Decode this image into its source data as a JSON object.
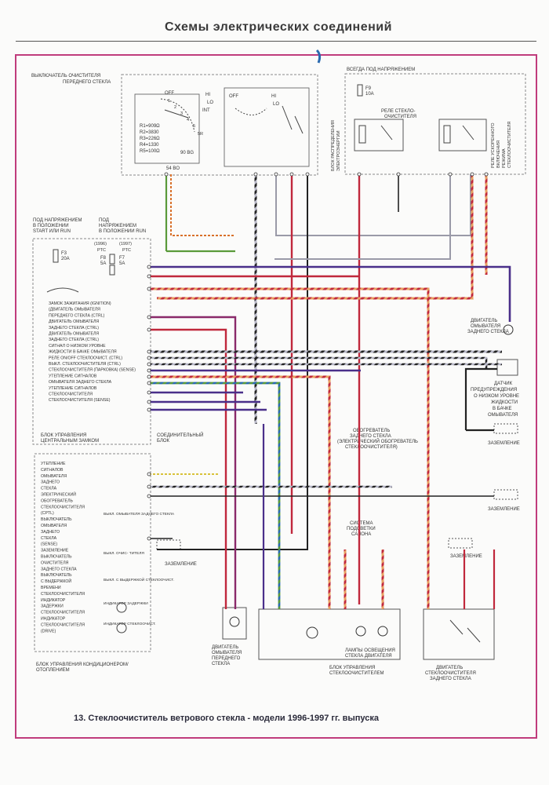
{
  "header": {
    "title": "Схемы электрических соединений"
  },
  "caption": "13. Стеклоочиститель ветрового стекла - модели 1996-1997 гг. выпуска",
  "labels": {
    "front_switch": [
      "ВЫКЛЮЧАТЕЛЬ ОЧИСТИТЕЛЯ",
      "ПЕРЕДНЕГО СТЕКЛА"
    ],
    "always_powered": "ВСЕГДА ПОД НАПРЯЖЕНИЕМ",
    "fuse_f9": [
      "F9",
      "10A"
    ],
    "fuse_f3": [
      "F3",
      "20A"
    ],
    "fuse_f8": [
      "F8",
      "5A"
    ],
    "fuse_f7": [
      "F7",
      "5A"
    ],
    "fuse_1996": "(1996)",
    "fuse_1997": "(1997)",
    "ptc_a": "PTC",
    "ptc_b": "PTC",
    "wiper_relay": [
      "РЕЛЕ СТЕКЛО-",
      "ОЧИСТИТЕЛЯ"
    ],
    "fast_relay": [
      "РЕЛЕ УСКОРЕННОГО",
      "ВКЛЮЧЕНИЯ",
      "РЕЖИМА",
      "СТЕКЛООЧИСТИТЕЛЯ"
    ],
    "dist_block": [
      "БЛОК РАСПРЕДЕЛЕНИЯ",
      "ЭЛЕКТРОЭНЕРГИИ"
    ],
    "power_start_run": [
      "ПОД НАПРЯЖЕНИЕМ",
      "В ПОЛОЖЕНИИ",
      "START ИЛИ RUN"
    ],
    "power_run": [
      "ПОД",
      "НАПРЯЖЕНИЕМ",
      "В ПОЛОЖЕНИИ RUN"
    ],
    "switch_positions": [
      "OFF",
      "HI",
      "LO",
      "INT",
      "1",
      "2",
      "3",
      "4",
      "5",
      "5R"
    ],
    "resistors": [
      "R1=909Ω",
      "R2=3830",
      "R3=226Ω",
      "R4=1330",
      "R5=100Ω"
    ],
    "lock_module_lines": [
      "ЗАМОК ЗАЖИГАНИЯ (IGNITION)",
      "(ДВИГАТЕЛЬ ОМЫВАТЕЛЯ",
      "ПЕРЕДНЕГО СТЕКЛА (CTRL)",
      "ДВИГАТЕЛЬ ОМЫВАТЕЛЯ",
      "ЗАДНЕГО СТЕКЛА (CTRL)",
      "ДВИГАТЕЛЬ ОМЫВАТЕЛЯ",
      "ЗАДНЕГО СТЕКЛА (CTRL)",
      "СИГНАЛ О НИЗКОМ УРОВНЕ",
      "ЖИДКОСТИ В БАЧКЕ ОМЫВАТЕЛЯ",
      "РЕЛЕ ON/OFF СТЕКЛООЧИСТ. (CTRL)",
      "ВЫКЛ. СТЕКЛООЧИСТИТЕЛЯ (CTRL)",
      "СТЕКЛООЧИСТИТЕЛЯ (ПАРКОВКА) (SENSE)",
      "УТЕПЛЕНИЕ СИГНАЛОВ",
      "ОМЫВАТЕЛЯ ЗАДНЕГО СТЕКЛА",
      "УТЕПЛЕНИЕ СИГНАЛОВ",
      "СТЕКЛООЧИСТИТЕЛЯ",
      "СТЕКЛООЧИСТИТЕЛЯ (SENSE)"
    ],
    "central_lock": [
      "БЛОК УПРАВЛЕНИЯ",
      "ЦЕНТРАЛЬНЫМ ЗАМКОМ"
    ],
    "connector_block": [
      "СОЕДИНИТЕЛЬНЫЙ",
      "БЛОК"
    ],
    "climate_block": [
      "БЛОК УПРАВЛЕНИЯ КОНДИЦИОНЕРОМ/",
      "ОТОПЛЕНИЕМ"
    ],
    "climate_lines": [
      "УТЕПЛЕНИЕ",
      "СИГНАЛОВ",
      "ОМЫВАТЕЛЯ",
      "ЗАДНЕГО",
      "СТЕКЛА",
      "ЭЛЕКТРИЧЕСКИЙ",
      "ОБОГРЕВАТЕЛЬ",
      "СТЕКЛООЧИСТИТЕЛЯ",
      "(CPTL)",
      "ВЫКЛЮЧАТЕЛЬ",
      "ОМЫВАТЕЛЯ",
      "ЗАДНЕГО",
      "СТЕКЛА",
      "(SENSE)",
      "ЗАЗЕМЛЕНИЕ",
      "ВЫКЛЮЧАТЕЛЬ",
      "ОЧИСТИТЕЛЯ",
      "ЗАДНЕГО СТЕКЛА",
      "ВЫКЛЮЧАТЕЛЬ",
      "С ВЫДЕРЖКОЙ",
      "ВРЕМЕНИ",
      "СТЕКЛООЧИСТИТЕЛЯ",
      "ИНДИКАТОР",
      "ЗАДЕРЖКИ",
      "СТЕКЛООЧИСТИТЕЛЯ",
      "ИНДИКАТОР",
      "СТЕКЛООЧИСТИТЕЛЯ",
      "(DRIVE)"
    ],
    "climate_sublabels": [
      "ВЫКЛ. ОМЫВАТЕЛЯ ЗАДНЕГО СТЕКЛА",
      "ВЫКЛ. ОЧИС- ТИТЕЛЯ",
      "ВЫКЛ. С ВЫДЕРЖКОЙ СТЕКЛООЧИСТ.",
      "ИНДИКАТОР ЗАДЕРЖКИ",
      "ИНДИКАТОР СТЕКЛООЧИСТ."
    ],
    "rear_motor": [
      "ДВИГАТЕЛЬ",
      "ОМЫВАТЕЛЯ",
      "ЗАДНЕГО СТЕКЛА"
    ],
    "low_level_sensor": [
      "ДАТЧИК",
      "ПРЕДУПРЕЖДЕНИЯ",
      "О НИЗКОМ УРОВНЕ",
      "ЖИДКОСТИ",
      "В БАЧКЕ",
      "ОМЫВАТЕЛЯ"
    ],
    "ground": "ЗАЗЕМЛЕНИЕ",
    "rear_heater": [
      "ОБОГРЕВАТЕЛЬ",
      "ЗАДНЕГО СТЕКЛА",
      "(ЭЛЕКТРИЧЕСКИЙ ОБОГРЕВАТЕЛЬ",
      "СТЕКЛООЧИСТИТЕЛЯ)"
    ],
    "interior_light": [
      "СИСТЕМА",
      "ПОДСВЕТКИ",
      "САЛОНА"
    ],
    "front_washer_motor": [
      "ДВИГАТЕЛЬ",
      "ОМЫВАТЕЛЯ",
      "ПЕРЕДНЕГО",
      "СТЕКЛА"
    ],
    "lamps": [
      "ЛАМПЫ ОСВЕЩЕНИЯ",
      "СТЕКЛА ДВИГАТЕЛЯ"
    ],
    "wiper_module": [
      "БЛОК УПРАВЛЕНИЯ",
      "СТЕКЛООЧИСТИТЕЛЕМ"
    ],
    "rear_wiper_motor": [
      "ДВИГАТЕЛЬ",
      "СТЕКЛООЧИСТИТЕЛЯ",
      "ЗАДНЕГО СТЕКЛА"
    ],
    "terminal_a": "54 BO",
    "terminal_b": "90 BG"
  },
  "colors": {
    "outer_border": "#c03c7c",
    "box_border": "#8a8a8a",
    "text": "#333333",
    "wire_purple": "#4a2f8a",
    "wire_red": "#c0283c",
    "wire_magenta": "#8a2a6a",
    "wire_orange": "#d8702a",
    "wire_green": "#5a9a3a",
    "wire_gray": "#9a9aa8",
    "wire_black": "#222222",
    "wire_yellow": "#d8c23a",
    "wire_blue": "#2a6ab0"
  }
}
